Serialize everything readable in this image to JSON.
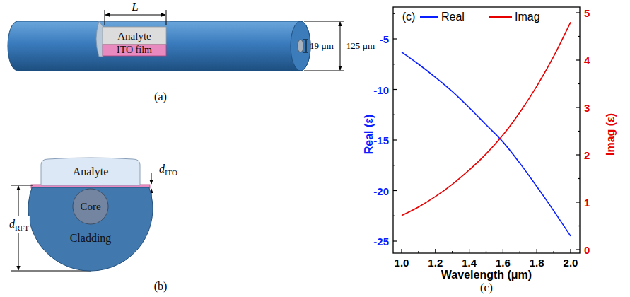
{
  "diagram": {
    "nodes": [
      {
        "text": [
          "Analyte"
        ]
      },
      {
        "text": [
          "ITO film"
        ]
      },
      {
        "text": [
          "Analyte"
        ]
      },
      {
        "text": [
          "Cladding"
        ]
      },
      {
        "text": [
          "Core"
        ],
        "in": 3
      }
    ],
    "labels": [
      "L",
      "19 µm",
      "125 µm",
      "(a)",
      "dITO",
      "dRFT",
      "(b)",
      "(c)",
      "-5",
      "-10",
      "-15",
      "-20",
      "-25",
      "0",
      "1",
      "2",
      "3",
      "4",
      "5",
      "1.0",
      "1.2",
      "1.4",
      "1.6",
      "1.8",
      "2.0",
      "Real (ε)",
      "Imag (ε)",
      "Wavelength (μm)",
      "(c)"
    ],
    "legend": [
      {
        "text": "Real"
      },
      {
        "text": "Imag"
      }
    ]
  }
}
